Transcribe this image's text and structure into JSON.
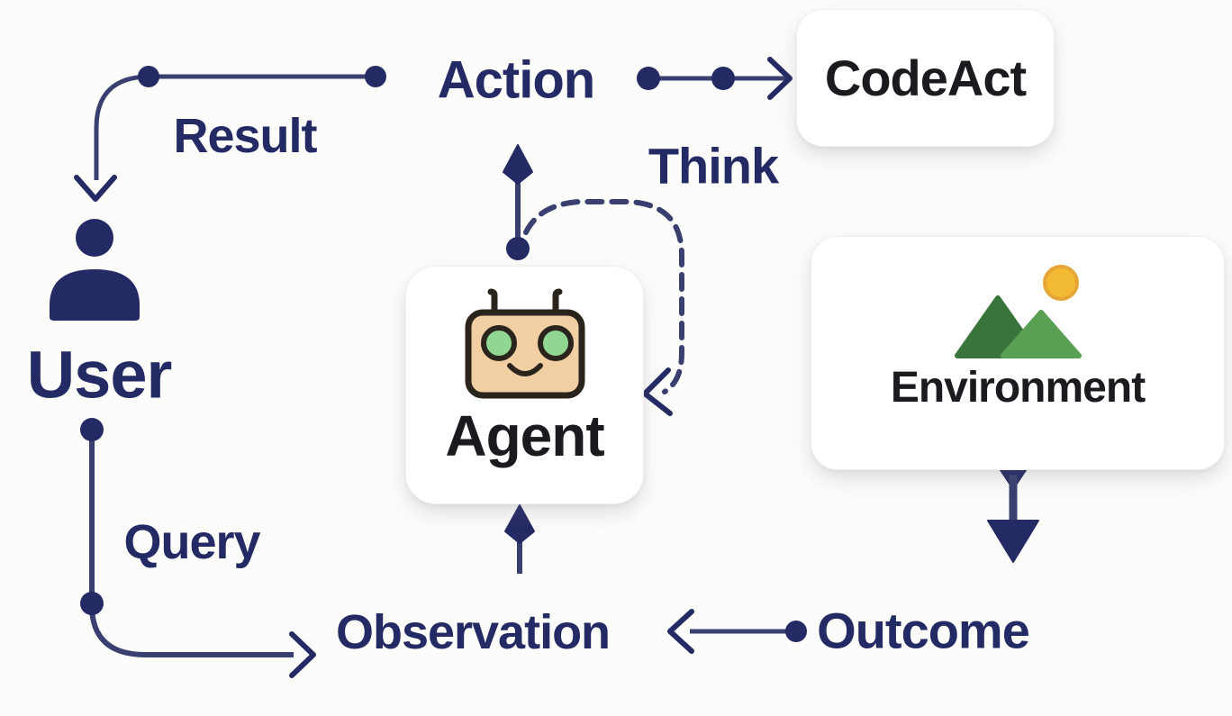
{
  "diagram": {
    "nodes": {
      "user": "User",
      "agent": "Agent",
      "codeact": "CodeAct",
      "environment": "Environment"
    },
    "labels": {
      "action": "Action",
      "result": "Result",
      "think": "Think",
      "query": "Query",
      "observation": "Observation",
      "outcome": "Outcome"
    },
    "icons": {
      "user": "user-person-icon",
      "agent": "robot-face-icon",
      "environment": "mountains-sun-icon"
    },
    "colors": {
      "navy": "#242a64",
      "line": "#39406f",
      "near_black": "#1a1a1f",
      "box_bg": "#ffffff",
      "background": "#fcfcfa",
      "robot_face": "#f2cfa2",
      "robot_outline": "#2b241d",
      "robot_eye": "#8fd792",
      "mountain_dark": "#39743c",
      "mountain_light": "#5aa054",
      "sun": "#f2ba32"
    }
  }
}
